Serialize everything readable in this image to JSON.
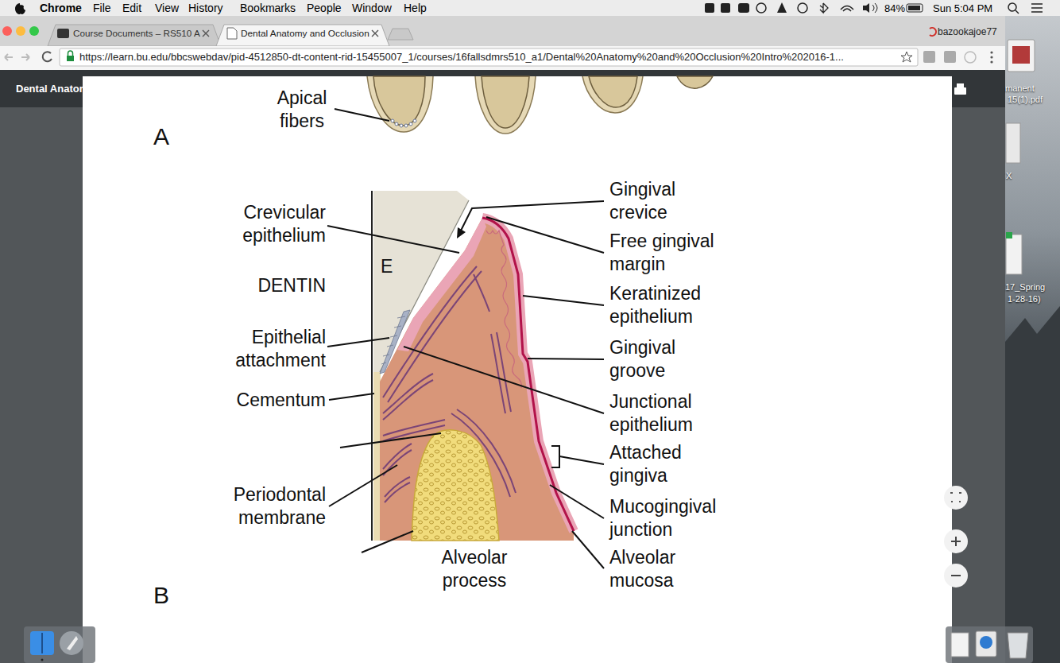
{
  "diagram": {
    "labels": [
      "Chrome",
      "File",
      "Edit",
      "View",
      "History",
      "Bookmarks",
      "People",
      "Window",
      "Help",
      "84%",
      "Sun 5:04 PM",
      "Course Documents – RS510 A",
      "Dental Anatomy and Occlusion",
      "bazookajoe77",
      "https://learn.bu.edu/bbcswebdav/pid-4512850-dt-content-rid-15455007_1/courses/16fallsdmrs510_a1/Dental%20Anatomy%20and%20Occlusion%20Intro%202016-1...",
      "Dental Anatom",
      "Apical fibers",
      "A",
      "Crevicular epithelium",
      "DENTIN",
      "E",
      "Epithelial attachment",
      "Cementum",
      "Periodontal membrane",
      "Alveolar process",
      "B",
      "Gingival crevice",
      "Free gingival margin",
      "Keratinized epithelium",
      "Gingival groove",
      "Junctional epithelium",
      "Attached gingiva",
      "Mucogingival junction",
      "Alveolar mucosa",
      "manent",
      "15(1).pdf",
      "X",
      "17_Spring",
      "1-28-16)"
    ]
  }
}
